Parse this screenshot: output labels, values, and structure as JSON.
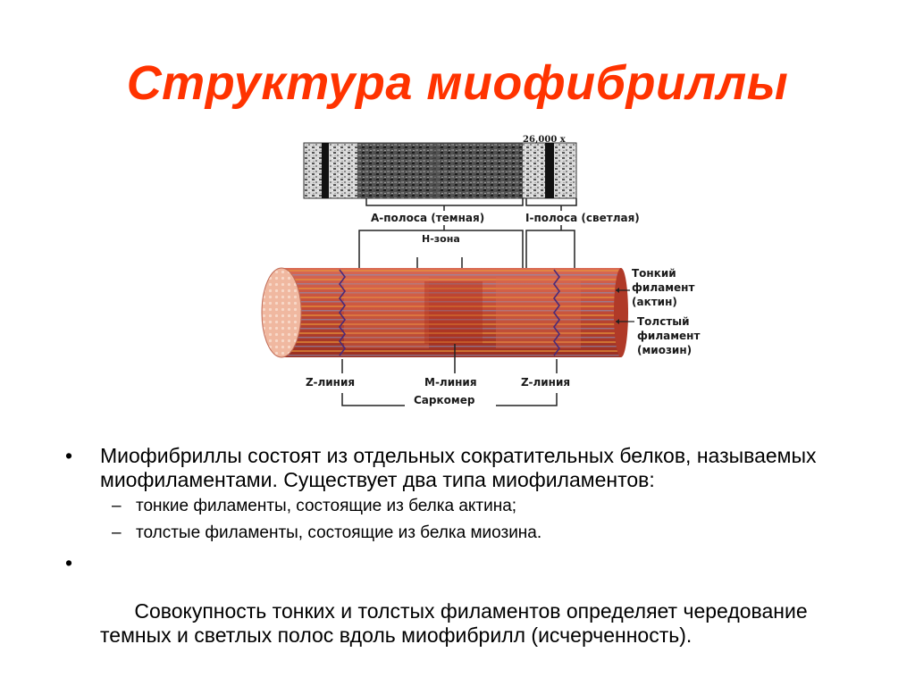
{
  "slide": {
    "title": "Структура миофибриллы",
    "title_color": "#ff3300"
  },
  "figure": {
    "magnification": "26,000 x",
    "labels": {
      "a_band": "А-полоса (темная)",
      "i_band": "I-полоса (светлая)",
      "h_zone": "Н-зона",
      "thin_filament": [
        "Тонкий",
        "филамент",
        "(актин)"
      ],
      "thick_filament": [
        "Толстый",
        "филамент",
        "(миозин)"
      ],
      "z_line_left": "Z-линия",
      "m_line": "М-линия",
      "z_line_right": "Z-линия",
      "sarcomere": "Саркомер"
    },
    "colors": {
      "fiber_base": "#c8503c",
      "fiber_dark": "#9a2a1c",
      "fiber_end": "#f0b49a",
      "z_line": "#4a2a7a",
      "thin": "#e89a3a",
      "thick": "#8a90b8"
    }
  },
  "content": {
    "bullets": [
      {
        "marker": "•",
        "text": "Миофибриллы  состоят из отдельных сократительных белков, называемых миофиламентами. Существует два типа миофиламентов:",
        "subitems": [
          {
            "marker": "–",
            "text": "тонкие филаменты, состоящие из белка актина;"
          },
          {
            "marker": "–",
            "text": "толстые филаменты, состоящие из белка миозина."
          }
        ]
      },
      {
        "marker": "•",
        "text": "  Совокупность тонких и толстых филаментов определяет чередование темных и светлых полос вдоль миофибрилл (исчерченность)."
      }
    ]
  }
}
